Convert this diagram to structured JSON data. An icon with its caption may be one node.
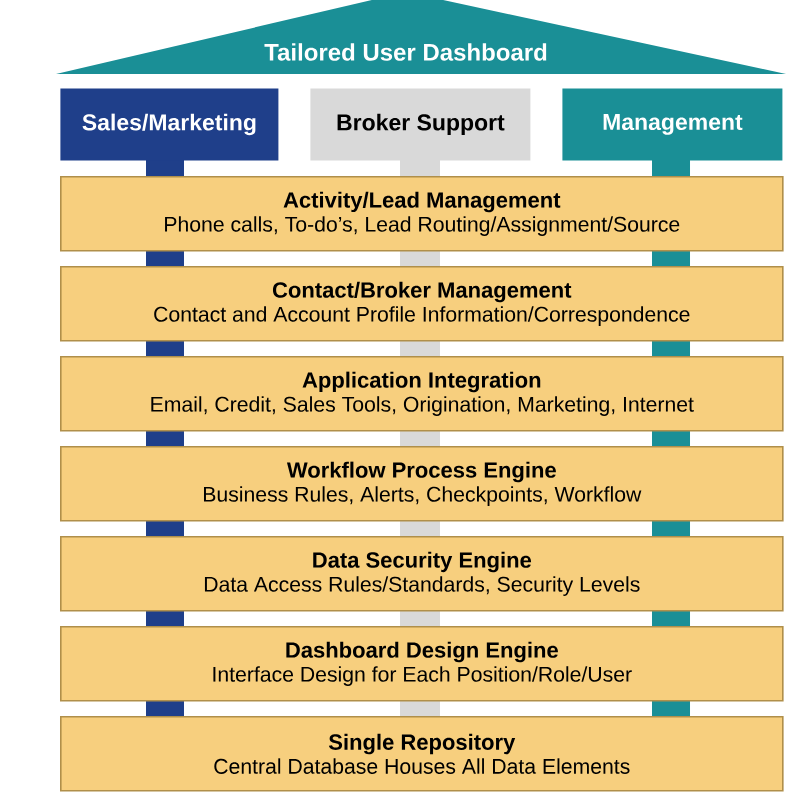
{
  "diagram": {
    "nodes": [
      {
        "text": [
          "Tailored User Dashboard"
        ]
      },
      {
        "text": [
          "Sales/Marketing"
        ]
      },
      {
        "text": [
          "Broker Support"
        ]
      },
      {
        "text": [
          "Management"
        ]
      },
      {
        "text": [
          "Activity/Lead Management",
          "Phone calls, To-do’s, Lead Routing/Assignment/Source"
        ]
      },
      {
        "text": [
          "Contact/Broker Management",
          "Contact and Account Profile Information/Correspondence"
        ]
      },
      {
        "text": [
          "Application Integration",
          "Email, Credit, Sales Tools, Origination, Marketing, Internet"
        ]
      },
      {
        "text": [
          "Workflow Process Engine",
          "Business Rules, Alerts, Checkpoints, Workflow"
        ]
      },
      {
        "text": [
          "Data Security Engine",
          "Data Access Rules/Standards, Security Levels"
        ]
      },
      {
        "text": [
          "Dashboard Design Engine",
          "Interface Design for Each Position/Role/User"
        ]
      },
      {
        "text": [
          "Single Repository",
          "Central Database Houses All Data Elements"
        ]
      }
    ]
  }
}
